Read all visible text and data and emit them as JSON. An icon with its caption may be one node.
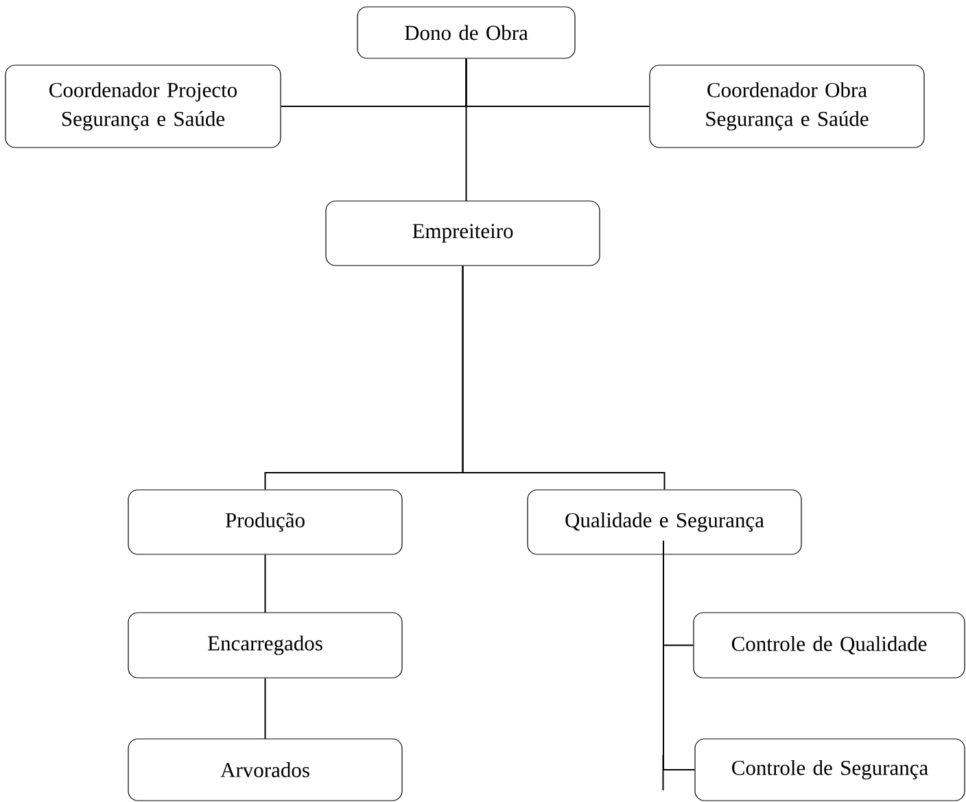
{
  "diagram": {
    "nodes": [
      {
        "text": [
          "Dono de Obra"
        ]
      },
      {
        "text": [
          "Coordenador Projecto Segurança e Saúde"
        ]
      },
      {
        "text": [
          "Coordenador Obra Segurança e Saúde"
        ]
      },
      {
        "text": [
          "Empreiteiro"
        ]
      },
      {
        "text": [
          "Produção"
        ]
      },
      {
        "text": [
          "Qualidade e Segurança"
        ]
      },
      {
        "text": [
          "Encarregados"
        ]
      },
      {
        "text": [
          "Controle de Qualidade"
        ]
      },
      {
        "text": [
          "Arvorados"
        ]
      },
      {
        "text": [
          "Controle de Segurança"
        ]
      }
    ],
    "edges": [
      {
        "from": 0,
        "to": 1,
        "arrow": "none"
      },
      {
        "from": 0,
        "to": 2,
        "arrow": "none"
      },
      {
        "from": 0,
        "to": 3,
        "arrow": "none"
      },
      {
        "from": 3,
        "to": 4,
        "arrow": "none"
      },
      {
        "from": 3,
        "to": 5,
        "arrow": "none"
      },
      {
        "from": 4,
        "to": 6,
        "arrow": "none"
      },
      {
        "from": 6,
        "to": 8,
        "arrow": "none"
      },
      {
        "from": 5,
        "to": 7,
        "arrow": "none"
      },
      {
        "from": 5,
        "to": 9,
        "arrow": "none"
      }
    ]
  }
}
